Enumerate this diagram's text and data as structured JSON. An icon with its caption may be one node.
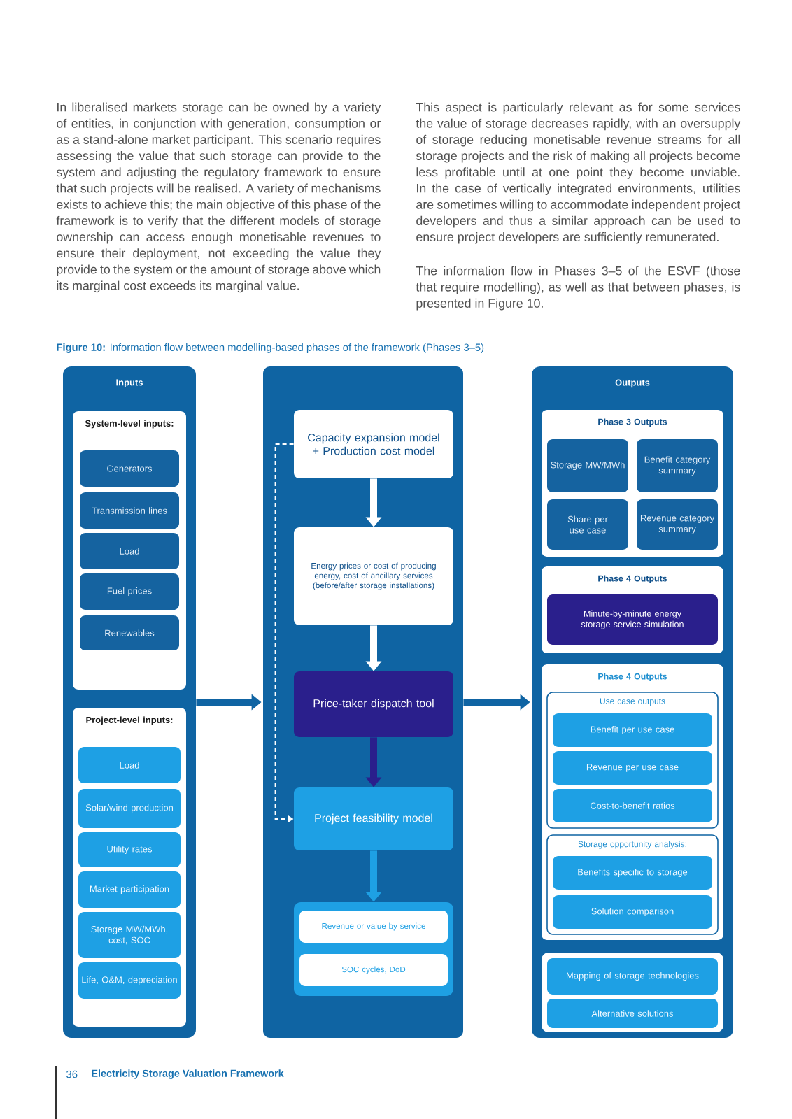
{
  "diagram": {
    "title": "**Figure 10:** Information flow between modelling-based phases of the framework (Phases 3–5)",
    "nodes": [
      {
        "text": [
          "Inputs"
        ]
      },
      {
        "text": [
          "System-level inputs:"
        ],
        "in": 0
      },
      {
        "text": [
          "Generators"
        ],
        "in": 1
      },
      {
        "text": [
          "Transmission lines"
        ],
        "in": 1
      },
      {
        "text": [
          "Load"
        ],
        "in": 1
      },
      {
        "text": [
          "Fuel prices"
        ],
        "in": 1
      },
      {
        "text": [
          "Renewables"
        ],
        "in": 1
      },
      {
        "text": [
          "Project-level inputs:"
        ],
        "in": 0
      },
      {
        "text": [
          "Load"
        ],
        "in": 7
      },
      {
        "text": [
          "Solar/wind production"
        ],
        "in": 7
      },
      {
        "text": [
          "Utility rates"
        ],
        "in": 7
      },
      {
        "text": [
          "Market participation"
        ],
        "in": 7
      },
      {
        "text": [
          "Storage MW/MWh, cost, SOC"
        ],
        "in": 7
      },
      {
        "text": [
          "Life, O&M, depreciation"
        ],
        "in": 7
      },
      {
        "text": [],
        "shape": "box"
      },
      {
        "text": [
          "Capacity expansion model + Production cost model"
        ],
        "in": 14
      },
      {
        "text": [
          "Energy prices or cost of producing energy, cost of ancillary services (before/after storage installations)"
        ],
        "in": 14
      },
      {
        "text": [
          "Price-taker dispatch tool"
        ],
        "in": 14
      },
      {
        "text": [
          "Project feasibility model"
        ],
        "in": 14
      },
      {
        "text": [],
        "shape": "box",
        "in": 14
      },
      {
        "text": [
          "Revenue or value by service"
        ],
        "in": 19
      },
      {
        "text": [
          "SOC cycles, DoD"
        ],
        "in": 19
      },
      {
        "text": [
          "Outputs"
        ]
      },
      {
        "text": [
          "Phase 3 Outputs"
        ],
        "in": 22
      },
      {
        "text": [
          "Storage MW/MWh"
        ],
        "in": 23
      },
      {
        "text": [
          "Benefit category summary"
        ],
        "in": 23
      },
      {
        "text": [
          "Share per use case"
        ],
        "in": 23
      },
      {
        "text": [
          "Revenue category summary"
        ],
        "in": 23
      },
      {
        "text": [
          "Phase 4 Outputs"
        ],
        "in": 22
      },
      {
        "text": [
          "Minute-by-minute energy storage service simulation"
        ],
        "in": 28
      },
      {
        "text": [
          "Phase 4 Outputs"
        ],
        "in": 22
      },
      {
        "text": [
          "Use case outputs"
        ],
        "in": 30
      },
      {
        "text": [
          "Benefit per use case"
        ],
        "in": 31
      },
      {
        "text": [
          "Revenue per use case"
        ],
        "in": 31
      },
      {
        "text": [
          "Cost-to-benefit ratios"
        ],
        "in": 31
      },
      {
        "text": [
          "Storage opportunity analysis:"
        ],
        "in": 30
      },
      {
        "text": [
          "Benefits specific to storage"
        ],
        "in": 35
      },
      {
        "text": [
          "Solution comparison"
        ],
        "in": 35
      },
      {
        "text": [],
        "shape": "box",
        "in": 22
      },
      {
        "text": [
          "Mapping of storage technologies"
        ],
        "in": 38
      },
      {
        "text": [
          "Alternative solutions"
        ],
        "in": 38
      }
    ],
    "edges": [
      {
        "from": 0,
        "to": 14,
        "arrow": "to",
        "color": "#0f64a3"
      },
      {
        "from": 14,
        "to": 22,
        "arrow": "to",
        "color": "#0f64a3"
      },
      {
        "from": 15,
        "to": 16,
        "arrow": "to",
        "color": "#ffffff"
      },
      {
        "from": 16,
        "to": 17,
        "arrow": "to",
        "color": "#ffffff"
      },
      {
        "from": 17,
        "to": 18,
        "arrow": "to",
        "color": "#2a1f8c"
      },
      {
        "from": 18,
        "to": 19,
        "arrow": "to",
        "color": "#1ea0e4"
      },
      {
        "from": 15,
        "to": 18,
        "arrow": "to",
        "style": "dashed",
        "color": "#ffffff"
      }
    ],
    "labels": [
      "In liberalised markets storage can be owned by a variety of entities, in conjunction with generation, consumption or as a stand-alone market participant. This scenario requires assessing the value that such storage can provide to the system and adjusting the regulatory framework to ensure that such projects will be realised. A variety of mechanisms exists to achieve this; the main objective of this phase of the framework is to verify that the different models of storage ownership can access enough monetisable revenues to ensure their deployment, not exceeding the value they provide to the system or the amount of storage above which its marginal cost exceeds its marginal value.",
      "This aspect is particularly relevant as for some services the value of storage decreases rapidly, with an oversupply of storage reducing monetisable revenue streams for all storage projects and the risk of making all projects become less profitable until at one point they become unviable. In the case of vertically integrated environments, utilities are sometimes willing to accommodate independent project developers and thus a similar approach can be used to ensure project developers are sufficiently remunerated.",
      "The information flow in Phases 3–5 of the ESVF (those that require modelling), as well as that between phases, is presented in Figure 10.",
      "36",
      "Electricity Storage Valuation Framework"
    ]
  }
}
